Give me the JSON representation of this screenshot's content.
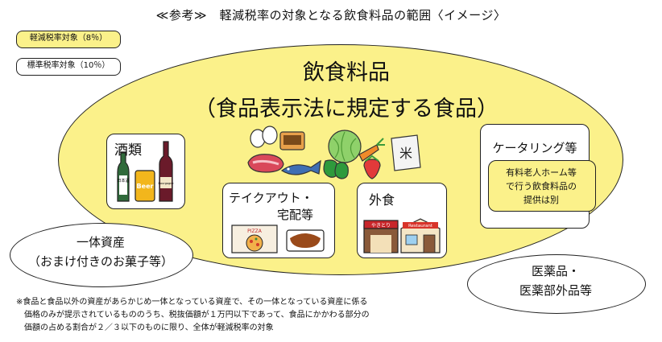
{
  "title": "≪参考≫　軽減税率の対象となる飲食料品の範囲〈イメージ〉",
  "legend": {
    "reduced": "軽減税率対象（8％）",
    "standard": "標準税率対象（10％）"
  },
  "food": {
    "title_line1": "飲食料品",
    "title_line2": "（食品表示法に規定する食品）"
  },
  "alcohol": {
    "label": "酒類",
    "beer_can_text": "Beer",
    "sake_text": "日本酒",
    "wine_text": "Bourgogne"
  },
  "takeout": {
    "label_line1": "テイクアウト・",
    "label_line2": "宅配等",
    "pizza_box_text": "PIZZA"
  },
  "dining": {
    "label": "外食",
    "yakitori_sign": "やきとり",
    "restaurant_sign": "Restaurant"
  },
  "catering": {
    "label": "ケータリング等",
    "nursing_line1": "有料老人ホーム等",
    "nursing_line2": "で行う飲食料品の",
    "nursing_line3": "提供は別"
  },
  "integrated": {
    "line1": "一体資産",
    "line2": "（おまけ付きのお菓子等）"
  },
  "pharma": {
    "line1": "医薬品・",
    "line2": "医薬部外品等"
  },
  "rice_bag_text": "米",
  "footnote": {
    "line1": "※食品と食品以外の資産があらかじめ一体となっている資産で、その一体となっている資産に係る",
    "line2": "　価格のみが提示されているもののうち、税抜価額が１万円以下であって、食品にかかわる部分の",
    "line3": "　価額の占める割合が２／３以下のものに限り、全体が軽減税率の対象"
  },
  "colors": {
    "reduced_fill": "#fbf18a",
    "outline": "#222222",
    "background": "#ffffff"
  }
}
